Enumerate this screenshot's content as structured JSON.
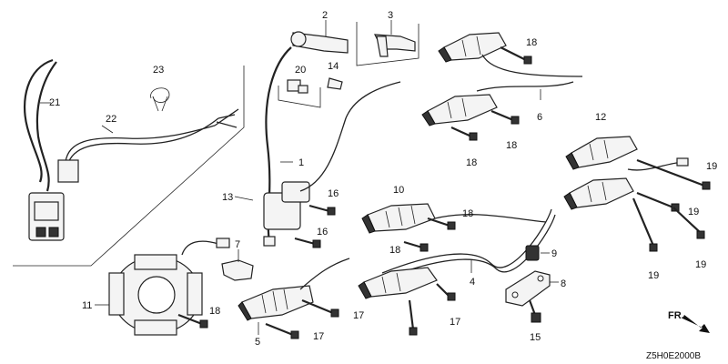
{
  "diagram_code": "Z5H0E2000B",
  "direction_marker": "FR.",
  "callouts": {
    "c1": "1",
    "c2": "2",
    "c3": "3",
    "c4": "4",
    "c5": "5",
    "c6": "6",
    "c7": "7",
    "c8": "8",
    "c9": "9",
    "c10": "10",
    "c11": "11",
    "c12": "12",
    "c13": "13",
    "c14": "14",
    "c15": "15",
    "c16a": "16",
    "c16b": "16",
    "c17a": "17",
    "c17b": "17",
    "c17c": "17",
    "c18a": "18",
    "c18b": "18",
    "c18c": "18",
    "c18d": "18",
    "c18e": "18",
    "c18f": "18",
    "c19a": "19",
    "c19b": "19",
    "c19c": "19",
    "c19d": "19",
    "c20": "20",
    "c21": "21",
    "c22": "22",
    "c23": "23"
  }
}
